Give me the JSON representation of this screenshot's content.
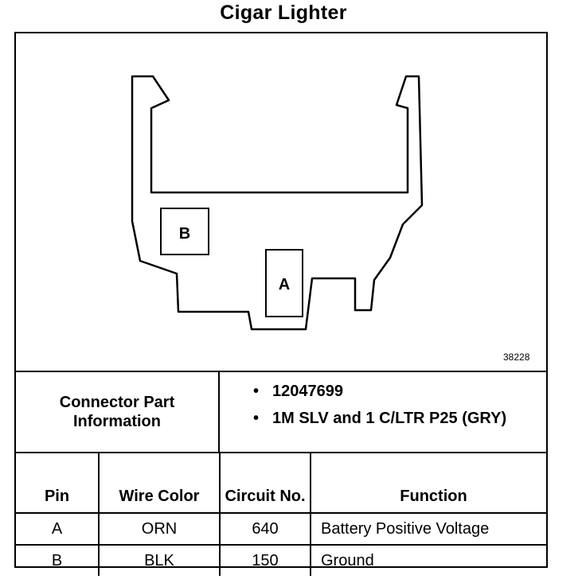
{
  "title": "Cigar Lighter",
  "figure_id": "38228",
  "connector": {
    "cavity_a": "A",
    "cavity_b": "B"
  },
  "part_info": {
    "label": "Connector Part Information",
    "bullet": "•",
    "items": [
      "12047699",
      "1M SLV and 1 C/LTR P25 (GRY)"
    ]
  },
  "table": {
    "headers": [
      "Pin",
      "Wire Color",
      "Circuit No.",
      "Function"
    ],
    "rows": [
      {
        "pin": "A",
        "color": "ORN",
        "circuit": "640",
        "function": "Battery Positive Voltage"
      },
      {
        "pin": "B",
        "color": "BLK",
        "circuit": "150",
        "function": "Ground"
      }
    ]
  }
}
